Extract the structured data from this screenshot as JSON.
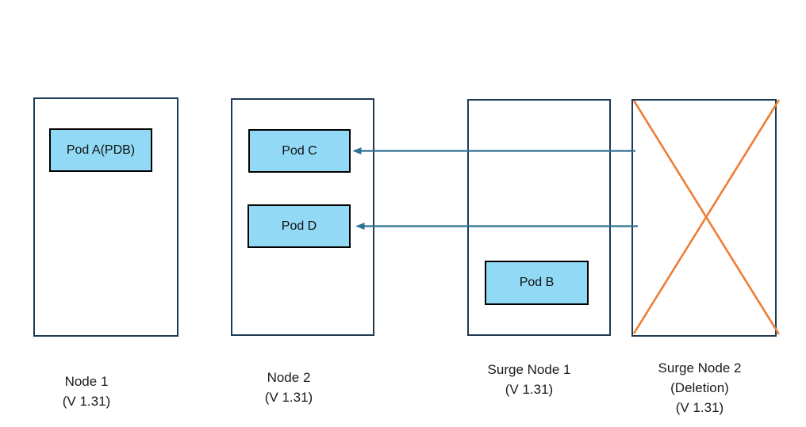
{
  "colors": {
    "background": "#ffffff",
    "node_border": "#1f3a54",
    "pod_fill": "#92d9f5",
    "pod_border": "#000000",
    "arrow": "#2e7191",
    "deletion_cross": "#ed7d31",
    "text": "#1a1a1a"
  },
  "nodes": [
    {
      "name": "Node 1",
      "version": "(V 1.31)",
      "pods": [
        {
          "label": "Pod A(PDB)"
        }
      ]
    },
    {
      "name": "Node 2",
      "version": "(V 1.31)",
      "pods": [
        {
          "label": "Pod C"
        },
        {
          "label": "Pod D"
        }
      ]
    },
    {
      "name": "Surge Node 1",
      "version": "(V 1.31)",
      "pods": [
        {
          "label": "Pod B"
        }
      ]
    },
    {
      "name": "Surge Node 2",
      "status": "(Deletion)",
      "version": "(V 1.31)",
      "pods": []
    }
  ],
  "arrows": [
    {
      "from": "Surge Node 2",
      "to": "Pod C"
    },
    {
      "from": "Surge Node 2",
      "to": "Pod D"
    }
  ],
  "annotations": {
    "deletion_cross_on": "Surge Node 2"
  }
}
